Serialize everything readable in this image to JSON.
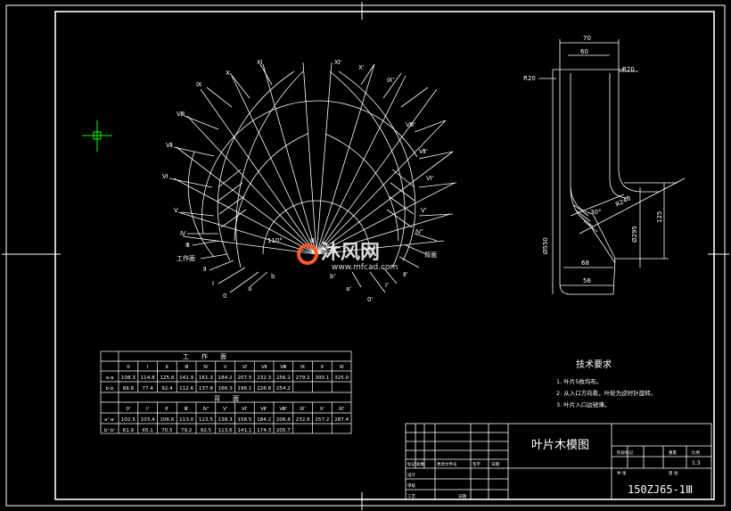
{
  "drawing": {
    "title": "叶片木模图",
    "drawing_number": "150ZJ65-1Ⅲ",
    "scale": "1:3",
    "watermark_text": "沐风网",
    "watermark_url": "www.mfcad.com"
  },
  "tech_requirements": {
    "heading": "技术要求",
    "items": [
      "1. 叶片5枚均布。",
      "2. 从入口方向看，叶轮为逆时针旋转。",
      "3. 叶片入口边锐薄。"
    ]
  },
  "dimensions": {
    "top_outer": "70",
    "top_inner": "60",
    "radius_left": "R20",
    "radius_right": "R20",
    "dia_outer": "Ø550",
    "dia_inner": "Ø295",
    "height": "125",
    "radius_mid": "R240",
    "angle": "30°",
    "bottom_width_1": "68",
    "bottom_width_2": "56"
  },
  "roman_labels": {
    "left": [
      "Ⅺ",
      "Ⅹ",
      "Ⅸ",
      "Ⅷ",
      "Ⅶ",
      "Ⅵ",
      "Ⅴ",
      "Ⅳ",
      "Ⅲ",
      "工作面",
      "Ⅱ",
      "Ⅰ",
      "0",
      "a",
      "b"
    ],
    "right": [
      "Ⅺ'",
      "Ⅹ'",
      "Ⅸ'",
      "Ⅷ'",
      "Ⅶ'",
      "Ⅵ'",
      "Ⅴ'",
      "Ⅳ'",
      "Ⅲ",
      "Ⅱ'",
      "Ⅰ'",
      "0'",
      "a'",
      "b'",
      "背面"
    ],
    "center_angle": "110°"
  },
  "table": {
    "working_face_title": "工　　作　　面",
    "back_face_title": "背　　面",
    "columns": [
      "0",
      "Ⅰ",
      "Ⅱ",
      "Ⅲ",
      "Ⅳ",
      "Ⅴ",
      "Ⅵ",
      "Ⅶ",
      "Ⅷ",
      "Ⅸ",
      "Ⅹ",
      "Ⅺ"
    ],
    "columns_back": [
      "0'",
      "Ⅰ'",
      "Ⅱ'",
      "Ⅲ'",
      "Ⅳ'",
      "Ⅴ'",
      "Ⅵ'",
      "Ⅶ'",
      "Ⅷ'",
      "Ⅸ'",
      "Ⅹ'",
      "Ⅺ'"
    ],
    "rows_working": [
      {
        "label": "a-a",
        "values": [
          "108.3",
          "114.8",
          "125.8",
          "141.9",
          "161.3",
          "184.2",
          "207.5",
          "232.3",
          "256.2",
          "279.2",
          "300.1",
          "325.0"
        ]
      },
      {
        "label": "b-b",
        "values": [
          "66.8",
          "77.4",
          "92.4",
          "112.6",
          "137.8",
          "166.3",
          "196.1",
          "226.8",
          "254.2",
          "",
          "",
          ""
        ]
      }
    ],
    "rows_back": [
      {
        "label": "a'-a'",
        "values": [
          "102.5",
          "103.4",
          "106.6",
          "113.0",
          "123.5",
          "138.3",
          "158.5",
          "184.2",
          "206.6",
          "232.6",
          "257.2",
          "287.4"
        ]
      },
      {
        "label": "b'-b'",
        "values": [
          "61.9",
          "65.1",
          "70.5",
          "79.2",
          "92.5",
          "113.6",
          "141.1",
          "174.3",
          "205.7",
          "",
          "",
          ""
        ]
      }
    ]
  },
  "title_block": {
    "row_labels": [
      "标记",
      "处数",
      "更改文件号",
      "签字",
      "日期"
    ],
    "sub_labels": [
      "设计",
      "审核",
      "工艺"
    ],
    "stage_headers": [
      "阶段标记",
      "重量",
      "比例"
    ],
    "bottom_labels": [
      "共 张",
      "第 张"
    ],
    "approve": "日期"
  },
  "colors": {
    "background": "#000000",
    "line": "#ffffff",
    "cursor": "#00ff00",
    "watermark": "#ff5a2a"
  }
}
